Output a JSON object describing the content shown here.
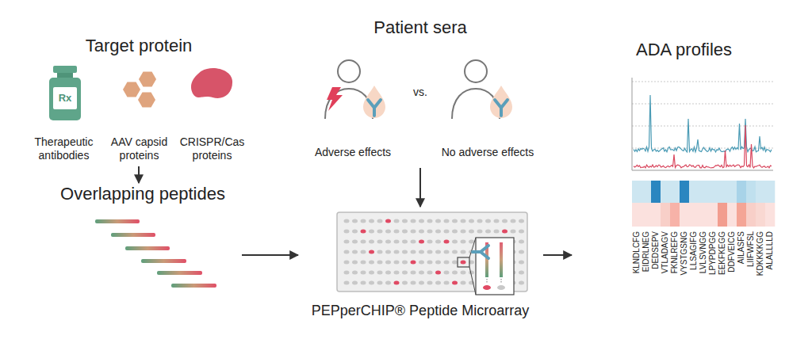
{
  "diagram": {
    "nodes": [
      {
        "text": [
          "Target protein"
        ]
      },
      {
        "text": [
          "Therapeutic antibodies"
        ],
        "in": 0
      },
      {
        "text": [
          "AAV capsid proteins"
        ],
        "in": 0
      },
      {
        "text": [
          "CRISPR/Cas proteins"
        ],
        "in": 0
      },
      {
        "text": [
          "Overlapping peptides"
        ]
      },
      {
        "text": [
          "Patient sera"
        ]
      },
      {
        "text": [
          "Adverse effects"
        ],
        "in": 5
      },
      {
        "text": [
          "No adverse effects"
        ],
        "in": 5
      },
      {
        "text": [
          "PEPperCHIP® Peptide Microarray"
        ]
      },
      {
        "text": [
          "ADA profiles"
        ]
      }
    ],
    "edges": [
      {
        "from": 0,
        "to": 4,
        "arrow": "to"
      },
      {
        "from": 4,
        "to": 8,
        "arrow": "to"
      },
      {
        "from": 5,
        "to": 8,
        "arrow": "to"
      },
      {
        "from": 8,
        "to": 9,
        "arrow": "to"
      }
    ],
    "labels": [
      "Rx",
      "vs.",
      "KLNDLCFG",
      "EIDRLNEG",
      "DEDSEPV",
      "VTLADAGV",
      "FKNLREFG",
      "VYSTGSNG",
      "LLSAGIFG",
      "LVLSVNGG",
      "LPYPDPGG",
      "EEKFKEGG",
      "DDFVEICG",
      "AILASFS",
      "LIIFWFSL",
      "KDKKKKGG",
      "ALALLLLD"
    ]
  }
}
